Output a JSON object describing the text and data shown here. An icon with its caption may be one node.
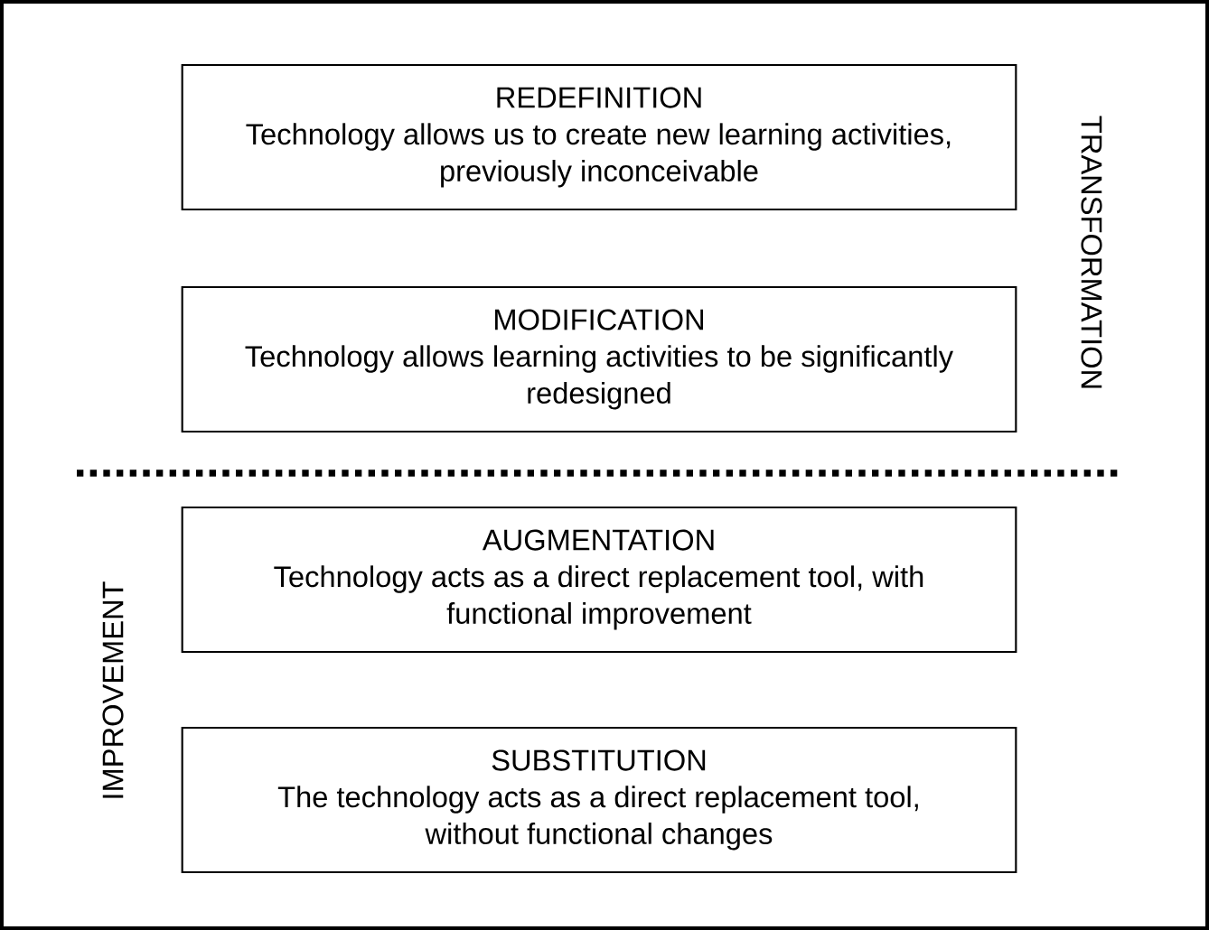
{
  "diagram": {
    "nodes": [
      {
        "text": [
          "REDEFINITION",
          "Technology allows us to create new learning activities, previously inconceivable"
        ]
      },
      {
        "text": [
          "MODIFICATION",
          "Technology allows learning activities to be significantly redesigned"
        ]
      },
      {
        "text": [
          "AUGMENTATION",
          "Technology acts as a direct replacement tool, with functional improvement"
        ]
      },
      {
        "text": [
          "SUBSTITUTION",
          "The technology acts as a direct replacement tool, without functional changes"
        ]
      }
    ],
    "labels": [
      "TRANSFORMATION",
      "IMPROVEMENT"
    ]
  }
}
